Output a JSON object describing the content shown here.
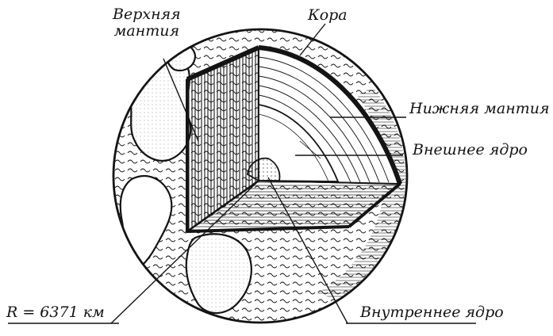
{
  "labels": {
    "upper_mantle": "Верхняя\nмантия",
    "crust": "Кора",
    "lower_mantle": "Нижняя мантия",
    "outer_core": "Внешнее ядро",
    "radius": "R = 6371 км",
    "inner_core": "Внутреннее ядро"
  },
  "colors": {
    "ink": "#141414",
    "paper": "#ffffff"
  }
}
